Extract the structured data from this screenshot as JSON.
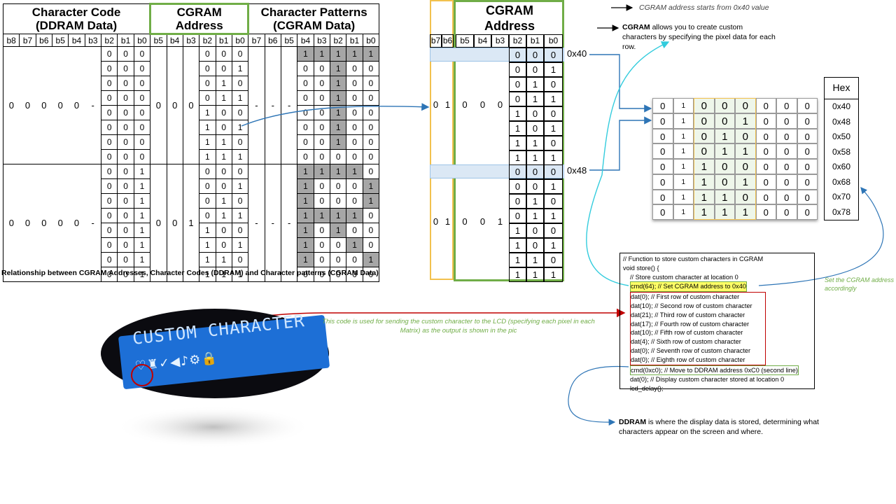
{
  "main_table": {
    "headers": [
      "Character Code\n(DDRAM Data)",
      "CGRAM\nAddress",
      "Character Patterns\n(CGRAM Data)"
    ],
    "bit_labels": [
      "b8",
      "b7",
      "b6",
      "b5",
      "b4",
      "b3",
      "b2",
      "b1",
      "b0",
      "b5",
      "b4",
      "b3",
      "b2",
      "b1",
      "b0",
      "b7",
      "b6",
      "b5",
      "b4",
      "b3",
      "b2",
      "b1",
      "b0"
    ],
    "groups": [
      {
        "char_code_high": [
          "0",
          "0",
          "0",
          "0",
          "0",
          "-"
        ],
        "cg_high": [
          "0",
          "0",
          "0"
        ],
        "pattern_high": [
          "-",
          "-",
          "-"
        ],
        "rows": [
          {
            "cc_low": [
              "0",
              "0",
              "0"
            ],
            "addr_low": [
              "0",
              "0",
              "0"
            ],
            "pattern": [
              "1",
              "1",
              "1",
              "1",
              "1"
            ],
            "shade": [
              1,
              1,
              1,
              1,
              1
            ]
          },
          {
            "cc_low": [
              "0",
              "0",
              "0"
            ],
            "addr_low": [
              "0",
              "0",
              "1"
            ],
            "pattern": [
              "0",
              "0",
              "1",
              "0",
              "0"
            ],
            "shade": [
              0,
              0,
              1,
              0,
              0
            ]
          },
          {
            "cc_low": [
              "0",
              "0",
              "0"
            ],
            "addr_low": [
              "0",
              "1",
              "0"
            ],
            "pattern": [
              "0",
              "0",
              "1",
              "0",
              "0"
            ],
            "shade": [
              0,
              0,
              1,
              0,
              0
            ]
          },
          {
            "cc_low": [
              "0",
              "0",
              "0"
            ],
            "addr_low": [
              "0",
              "1",
              "1"
            ],
            "pattern": [
              "0",
              "0",
              "1",
              "0",
              "0"
            ],
            "shade": [
              0,
              0,
              1,
              0,
              0
            ]
          },
          {
            "cc_low": [
              "0",
              "0",
              "0"
            ],
            "addr_low": [
              "1",
              "0",
              "0"
            ],
            "pattern": [
              "0",
              "0",
              "1",
              "0",
              "0"
            ],
            "shade": [
              0,
              0,
              1,
              0,
              0
            ]
          },
          {
            "cc_low": [
              "0",
              "0",
              "0"
            ],
            "addr_low": [
              "1",
              "0",
              "1"
            ],
            "pattern": [
              "0",
              "0",
              "1",
              "0",
              "0"
            ],
            "shade": [
              0,
              0,
              1,
              0,
              0
            ]
          },
          {
            "cc_low": [
              "0",
              "0",
              "0"
            ],
            "addr_low": [
              "1",
              "1",
              "0"
            ],
            "pattern": [
              "0",
              "0",
              "1",
              "0",
              "0"
            ],
            "shade": [
              0,
              0,
              1,
              0,
              0
            ]
          },
          {
            "cc_low": [
              "0",
              "0",
              "0"
            ],
            "addr_low": [
              "1",
              "1",
              "1"
            ],
            "pattern": [
              "0",
              "0",
              "0",
              "0",
              "0"
            ],
            "shade": [
              0,
              0,
              0,
              0,
              0
            ]
          }
        ]
      },
      {
        "char_code_high": [
          "0",
          "0",
          "0",
          "0",
          "0",
          "-"
        ],
        "cg_high": [
          "0",
          "0",
          "1"
        ],
        "pattern_high": [
          "-",
          "-",
          "-"
        ],
        "rows": [
          {
            "cc_low": [
              "0",
              "0",
              "1"
            ],
            "addr_low": [
              "0",
              "0",
              "0"
            ],
            "pattern": [
              "1",
              "1",
              "1",
              "1",
              "0"
            ],
            "shade": [
              1,
              1,
              1,
              1,
              0
            ]
          },
          {
            "cc_low": [
              "0",
              "0",
              "1"
            ],
            "addr_low": [
              "0",
              "0",
              "1"
            ],
            "pattern": [
              "1",
              "0",
              "0",
              "0",
              "1"
            ],
            "shade": [
              1,
              0,
              0,
              0,
              1
            ]
          },
          {
            "cc_low": [
              "0",
              "0",
              "1"
            ],
            "addr_low": [
              "0",
              "1",
              "0"
            ],
            "pattern": [
              "1",
              "0",
              "0",
              "0",
              "1"
            ],
            "shade": [
              1,
              0,
              0,
              0,
              1
            ]
          },
          {
            "cc_low": [
              "0",
              "0",
              "1"
            ],
            "addr_low": [
              "0",
              "1",
              "1"
            ],
            "pattern": [
              "1",
              "1",
              "1",
              "1",
              "0"
            ],
            "shade": [
              1,
              1,
              1,
              1,
              0
            ]
          },
          {
            "cc_low": [
              "0",
              "0",
              "1"
            ],
            "addr_low": [
              "1",
              "0",
              "0"
            ],
            "pattern": [
              "1",
              "0",
              "1",
              "0",
              "0"
            ],
            "shade": [
              1,
              0,
              1,
              0,
              0
            ]
          },
          {
            "cc_low": [
              "0",
              "0",
              "1"
            ],
            "addr_low": [
              "1",
              "0",
              "1"
            ],
            "pattern": [
              "1",
              "0",
              "0",
              "1",
              "0"
            ],
            "shade": [
              1,
              0,
              0,
              1,
              0
            ]
          },
          {
            "cc_low": [
              "0",
              "0",
              "1"
            ],
            "addr_low": [
              "1",
              "1",
              "0"
            ],
            "pattern": [
              "1",
              "0",
              "0",
              "0",
              "1"
            ],
            "shade": [
              1,
              0,
              0,
              0,
              1
            ]
          },
          {
            "cc_low": [
              "0",
              "0",
              "1"
            ],
            "addr_low": [
              "1",
              "1",
              "1"
            ],
            "pattern": [
              "0",
              "0",
              "0",
              "0",
              "0"
            ],
            "shade": [
              0,
              0,
              0,
              0,
              0
            ]
          }
        ]
      }
    ],
    "caption": "Relationship between CGRAM Addresses, Character Codes (DDRAM) and Character patterns (CGRAM Data)"
  },
  "cgram_table": {
    "title": "CGRAM\nAddress",
    "bits": [
      "b7",
      "b6",
      "b5",
      "b4",
      "b3",
      "b2",
      "b1",
      "b0"
    ],
    "groups": [
      {
        "high": [
          "0",
          "1",
          "0",
          "0",
          "0"
        ],
        "label": "0x40",
        "low_rows": [
          [
            "0",
            "0",
            "0"
          ],
          [
            "0",
            "0",
            "1"
          ],
          [
            "0",
            "1",
            "0"
          ],
          [
            "0",
            "1",
            "1"
          ],
          [
            "1",
            "0",
            "0"
          ],
          [
            "1",
            "0",
            "1"
          ],
          [
            "1",
            "1",
            "0"
          ],
          [
            "1",
            "1",
            "1"
          ]
        ]
      },
      {
        "high": [
          "0",
          "1",
          "0",
          "0",
          "1"
        ],
        "label": "0x48",
        "low_rows": [
          [
            "0",
            "0",
            "0"
          ],
          [
            "0",
            "0",
            "1"
          ],
          [
            "0",
            "1",
            "0"
          ],
          [
            "0",
            "1",
            "1"
          ],
          [
            "1",
            "0",
            "0"
          ],
          [
            "1",
            "0",
            "1"
          ],
          [
            "1",
            "1",
            "0"
          ],
          [
            "1",
            "1",
            "1"
          ]
        ]
      }
    ]
  },
  "notes": {
    "cgram_start": "CGRAM address starts from 0x40 value",
    "cgram_bold": "CGRAM",
    "cgram_desc": " allows you to create custom characters by specifying the pixel data for each row.",
    "ddram_bold": "DDRAM",
    "ddram_desc": " is where the display data is stored, determining what characters appear on the screen and where.",
    "set_cgram": "Set the CGRAM address accordingly",
    "lcd_note": "This code is used for sending the custom character to the LCD (specifying each pixel in each Matrix) as the output is shown in the pic"
  },
  "matrix": {
    "rows": [
      [
        "0",
        "1",
        "0",
        "0",
        "0",
        "0",
        "0",
        "0"
      ],
      [
        "0",
        "1",
        "0",
        "0",
        "1",
        "0",
        "0",
        "0"
      ],
      [
        "0",
        "1",
        "0",
        "1",
        "0",
        "0",
        "0",
        "0"
      ],
      [
        "0",
        "1",
        "0",
        "1",
        "1",
        "0",
        "0",
        "0"
      ],
      [
        "0",
        "1",
        "1",
        "0",
        "0",
        "0",
        "0",
        "0"
      ],
      [
        "0",
        "1",
        "1",
        "0",
        "1",
        "0",
        "0",
        "0"
      ],
      [
        "0",
        "1",
        "1",
        "1",
        "0",
        "0",
        "0",
        "0"
      ],
      [
        "0",
        "1",
        "1",
        "1",
        "1",
        "0",
        "0",
        "0"
      ]
    ],
    "hex_header": "Hex",
    "hex": [
      "0x40",
      "0x48",
      "0x50",
      "0x58",
      "0x60",
      "0x68",
      "0x70",
      "0x78"
    ]
  },
  "code": {
    "lines": [
      "// Function to store custom characters in CGRAM",
      "void store() {",
      "  // Store custom character at location 0",
      "  cmd(64);  // Set CGRAM address to 0x40",
      "  dat(0);  // First row of custom character",
      "  dat(10); // Second row of custom character",
      "  dat(21); // Third row of custom character",
      "  dat(17); // Fourth row of custom character",
      "  dat(10); // Fifth row of custom character",
      "  dat(4);  // Sixth row of custom character",
      "  dat(0);  // Seventh row of custom character",
      "  dat(0);  // Eighth row of custom character",
      "  cmd(0xc0); // Move to DDRAM address 0xC0 (second line)",
      "  dat(0);  // Display custom character stored at location 0",
      "  lcd_delay();"
    ]
  },
  "lcd": {
    "text": "CUSTOM CHARACTER",
    "glyphs": "♡♜✓◀♪⚙🔒"
  },
  "colors": {
    "green": "#70ad47",
    "yellow": "#f2c14e",
    "blue_arrow": "#2e75b6",
    "cyan_arrow": "#33ccdd",
    "red_arrow": "#c00000",
    "shade": "#a6a6a6",
    "code_highlight": "#ffff66",
    "lcd_bg": "#1d6fd6"
  }
}
